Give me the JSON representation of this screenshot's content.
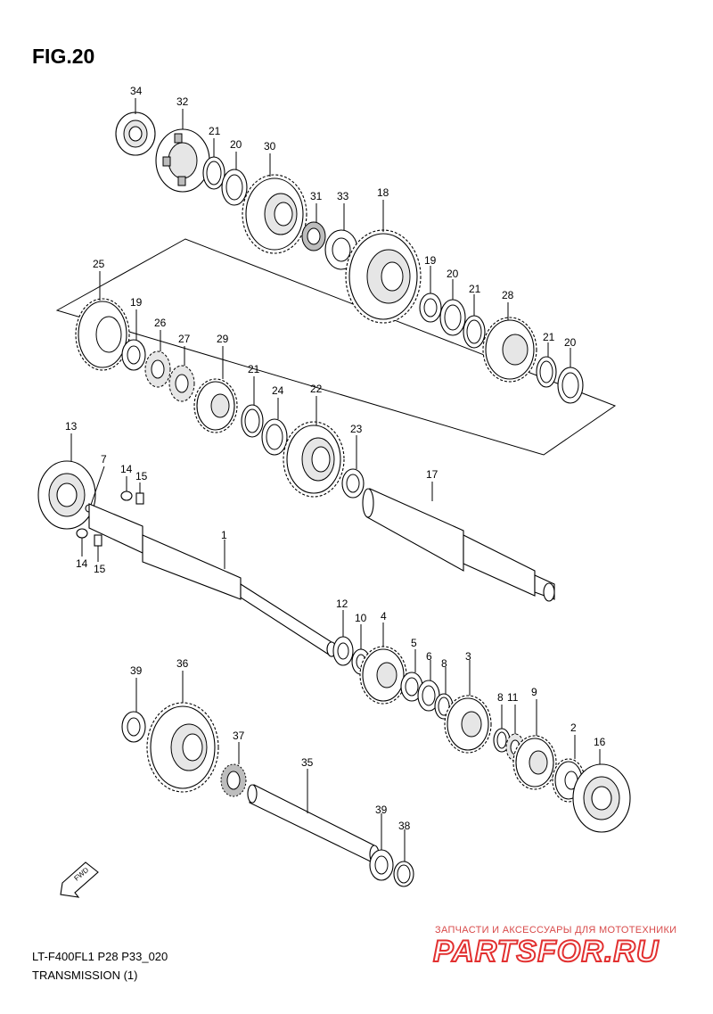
{
  "figure": {
    "title": "FIG.20",
    "model_code": "LT-F400FL1 P28 P33_020",
    "name": "TRANSMISSION (1)",
    "direction_label": "FWD"
  },
  "watermark": {
    "tagline": "ЗАПЧАСТИ И АКСЕССУАРЫ ДЛЯ МОТОТЕХНИКИ",
    "brand": "PARTSFOR.RU"
  },
  "callouts": [
    "34",
    "32",
    "21",
    "20",
    "30",
    "31",
    "33",
    "18",
    "25",
    "19",
    "26",
    "27",
    "29",
    "21",
    "24",
    "22",
    "19",
    "20",
    "21",
    "28",
    "21",
    "20",
    "13",
    "7",
    "14",
    "15",
    "14",
    "15",
    "23",
    "17",
    "1",
    "12",
    "10",
    "4",
    "5",
    "6",
    "8",
    "3",
    "8",
    "11",
    "9",
    "2",
    "16",
    "39",
    "36",
    "37",
    "35",
    "39",
    "38"
  ],
  "colors": {
    "line": "#000000",
    "watermark": "#e23030"
  }
}
